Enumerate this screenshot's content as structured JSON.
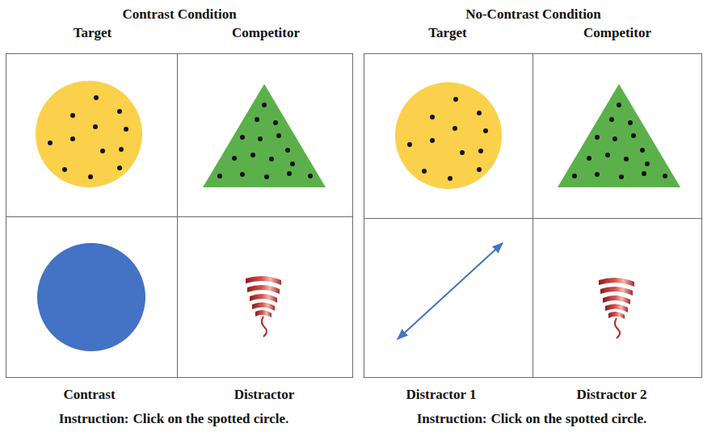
{
  "diagram": {
    "nodes": [
      {
        "text": [
          "Target"
        ]
      },
      {
        "text": [
          "Competitor"
        ]
      },
      {
        "text": [
          "Contrast"
        ]
      },
      {
        "text": [
          "Distractor"
        ]
      },
      {
        "text": [
          "Target"
        ]
      },
      {
        "text": [
          "Competitor"
        ]
      },
      {
        "text": [
          "Distractor 1"
        ]
      },
      {
        "text": [
          "Distractor 2"
        ]
      }
    ],
    "labels": [
      "Contrast Condition",
      "No-Contrast Condition",
      "Instruction:",
      "Click on the spotted circle.",
      "Instruction:",
      "Click on the spotted circle."
    ]
  }
}
